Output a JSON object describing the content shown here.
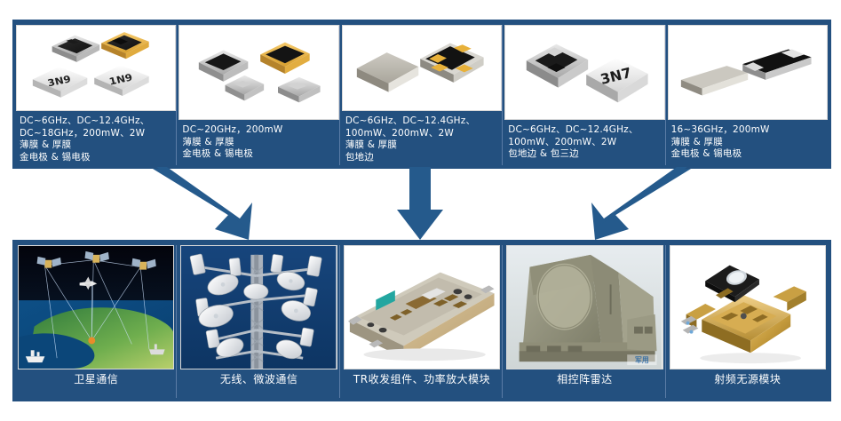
{
  "colors": {
    "panel_blue": "#23507f",
    "arrow_blue": "#255a8c",
    "divider": "#5b7ca6",
    "text_white": "#ffffff",
    "photo_bg": "#ffffff"
  },
  "product_group": {
    "cards": [
      {
        "id": "product-card-1",
        "image_name": "chip-resistors-black-gold-1n9-3n9",
        "spec": "DC~6GHz、DC~12.4GHz、\nDC~18GHz，200mW、2W\n薄膜 & 厚膜\n金电极 & 锡电极"
      },
      {
        "id": "product-card-2",
        "image_name": "chip-attenuators-black-silver-gold",
        "spec": "DC~20GHz，200mW\n薄膜 & 厚膜\n金电极 & 锡电极"
      },
      {
        "id": "product-card-3",
        "image_name": "ceramic-chip-grey-and-gold-electrode",
        "spec": "DC~6GHz、DC~12.4GHz、\n100mW、200mW、2W\n薄膜 & 厚膜\n包地边"
      },
      {
        "id": "product-card-4",
        "image_name": "wrap-around-chip-3n7-marking",
        "spec": "DC~6GHz、DC~12.4GHz、\n100mW、200mW、2W\n包地边 & 包三边"
      },
      {
        "id": "product-card-5",
        "image_name": "elongated-thin-film-chip-black-grey",
        "spec": "16~36GHz，200mW\n薄膜 & 厚膜\n金电极 & 锡电极"
      }
    ]
  },
  "arrows": [
    {
      "name": "arrow-left-diagonal",
      "direction": "down-right"
    },
    {
      "name": "arrow-center-vertical",
      "direction": "down"
    },
    {
      "name": "arrow-right-diagonal",
      "direction": "down-left"
    }
  ],
  "application_group": {
    "cards": [
      {
        "id": "application-card-1",
        "image_name": "satellite-communication-network-illustration",
        "caption": "卫星通信"
      },
      {
        "id": "application-card-2",
        "image_name": "microwave-antenna-tower-array",
        "caption": "无线、微波通信"
      },
      {
        "id": "application-card-3",
        "image_name": "tr-module-power-amplifier-board",
        "caption": "TR收发组件、功率放大模块"
      },
      {
        "id": "application-card-4",
        "image_name": "phased-array-radar-vehicle",
        "caption": "相控阵雷达"
      },
      {
        "id": "application-card-5",
        "image_name": "rf-passive-module-gold-housing",
        "caption": "射频无源模块"
      }
    ]
  }
}
